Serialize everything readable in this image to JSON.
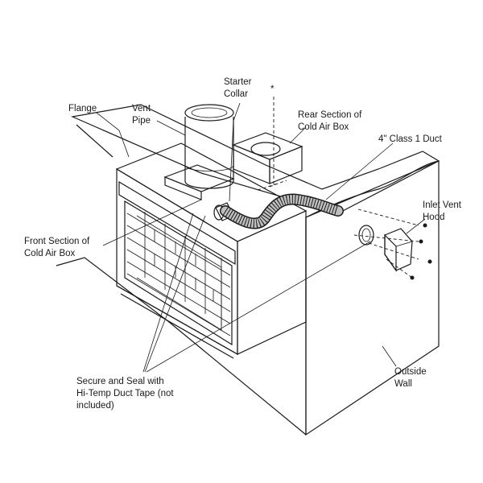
{
  "labels": {
    "starter_collar": [
      "Starter",
      "Collar"
    ],
    "asterisk": "*",
    "flange": "Flange",
    "vent_pipe": [
      "Vent",
      "Pipe"
    ],
    "rear_section": [
      "Rear Section of",
      "Cold Air Box"
    ],
    "class1_duct": "4\" Class 1 Duct",
    "inlet_vent_hood": [
      "Inlet Vent",
      "Hood"
    ],
    "front_section": [
      "Front Section of",
      "Cold Air Box"
    ],
    "secure_seal": [
      "Secure and Seal with",
      "Hi-Temp Duct Tape (not",
      "included)"
    ],
    "outside_wall": [
      "Outside",
      "Wall"
    ]
  },
  "colors": {
    "line": "#1a1a1a",
    "wall_fill": "#e9e9e9",
    "roof_fill": "#e3e3e3",
    "surface_fill": "#f3f3f3",
    "firebox_fill": "#dcdcdc",
    "background": "#ffffff"
  }
}
